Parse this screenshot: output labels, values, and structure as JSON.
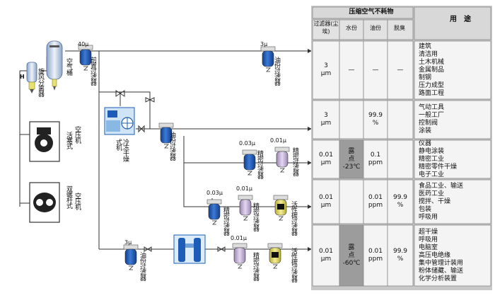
{
  "diagram": {
    "labels": {
      "cyclone_separator": "旋风分离器",
      "air_tank": "空气桶",
      "pre_filter": "前置过滤器",
      "oil_filter_top": "油份过滤器",
      "freeze_dryer": "冷冻干燥式机",
      "oil_filter_mid": "油份过滤器",
      "precision_filter_a": "精密过滤器",
      "precision_filter_b": "精密过滤器",
      "activated_carbon_a": "活性碳过滤器",
      "precision_filter_c": "精密过滤器",
      "oil_filter_bottom": "油份过滤器",
      "activated_carbon_b": "活性碳过滤器",
      "piston_compressor": "活塞式",
      "screw_compressor": "双螺杆式",
      "air_compressor_1": "空压机",
      "air_compressor_2": "空压机",
      "h_mark": "H"
    },
    "micron_ratings": {
      "pre_filter": "40μ",
      "oil_top": "3μ",
      "precision_a1": "0.03μ",
      "precision_a2": "0.01μ",
      "precision_b1": "0.03μ",
      "precision_b2": "0.01μ",
      "oil_bottom": "3μ",
      "precision_c": "0.01μ"
    }
  },
  "table": {
    "header_group": "压缩空气不耗物",
    "header_usage": "用　途",
    "columns": [
      "过滤器(尘埃)",
      "水份",
      "油份",
      "脱臭"
    ],
    "rows": [
      {
        "dust": "3\nμm",
        "water": "—",
        "oil": "—",
        "odor": "—",
        "usage": [
          "建筑",
          "清洁用",
          "土木机械",
          "金属制品",
          "制钢",
          "压力成型",
          "路面工程"
        ]
      },
      {
        "dust": "3\nμm",
        "water": "",
        "oil": "99.9\n%",
        "odor": "",
        "usage": [
          "气动工具",
          "一般工厂",
          "控制阀",
          "涂装"
        ]
      },
      {
        "dust": "0.01\nμm",
        "water": "露\n点\n-23℃",
        "oil": "0.1\nppm",
        "odor": "",
        "usage": [
          "仪器",
          "静电涂装",
          "精密工业",
          "精密零件干燥",
          "电子工业"
        ]
      },
      {
        "dust": "0.01\nμm",
        "water": "",
        "oil": "0.01\nppm",
        "odor": "99.9\n%",
        "usage": [
          "食品工业、输送",
          "医药工业",
          "搅拌、干燥",
          "包装",
          "呼吸用"
        ]
      },
      {
        "dust": "0.01\nμm",
        "water": "露\n点\n-60℃",
        "oil": "0.01\nppm",
        "odor": "99.9\n%",
        "usage": [
          "超干燥",
          "呼吸用",
          "电脑室",
          "高压电绝缘",
          "集中管理计装用",
          "粉体储藏、输送",
          "化学分析装置"
        ]
      }
    ]
  },
  "colors": {
    "filter_blue": "#1d5db8",
    "filter_lilac": "#c8b4dc",
    "filter_yellow": "#e8e070",
    "pipe": "#333333",
    "table_gray": "#c9c9c9",
    "table_dark": "#9c9c9c"
  }
}
